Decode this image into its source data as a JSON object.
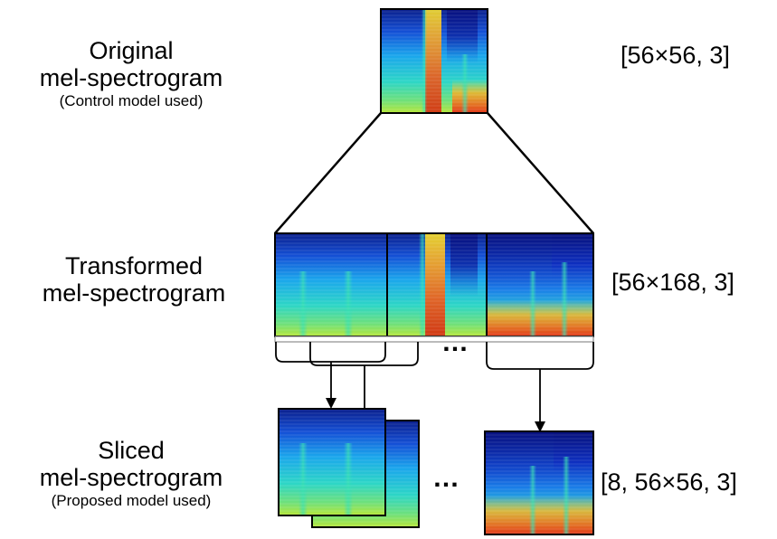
{
  "labels": {
    "original": {
      "line1": "Original",
      "line2": "mel-spectrogram",
      "note": "(Control model used)"
    },
    "transformed": {
      "line1": "Transformed",
      "line2": "mel-spectrogram"
    },
    "sliced": {
      "line1": "Sliced",
      "line2": "mel-spectrogram",
      "note": "(Proposed model used)"
    }
  },
  "dimensions": {
    "original": "[56×56, 3]",
    "transformed": "[56×168, 3]",
    "sliced": "[8, 56×56, 3]"
  },
  "ellipsis": "…",
  "colors": {
    "colormap": "jet",
    "outline": "#000000"
  }
}
